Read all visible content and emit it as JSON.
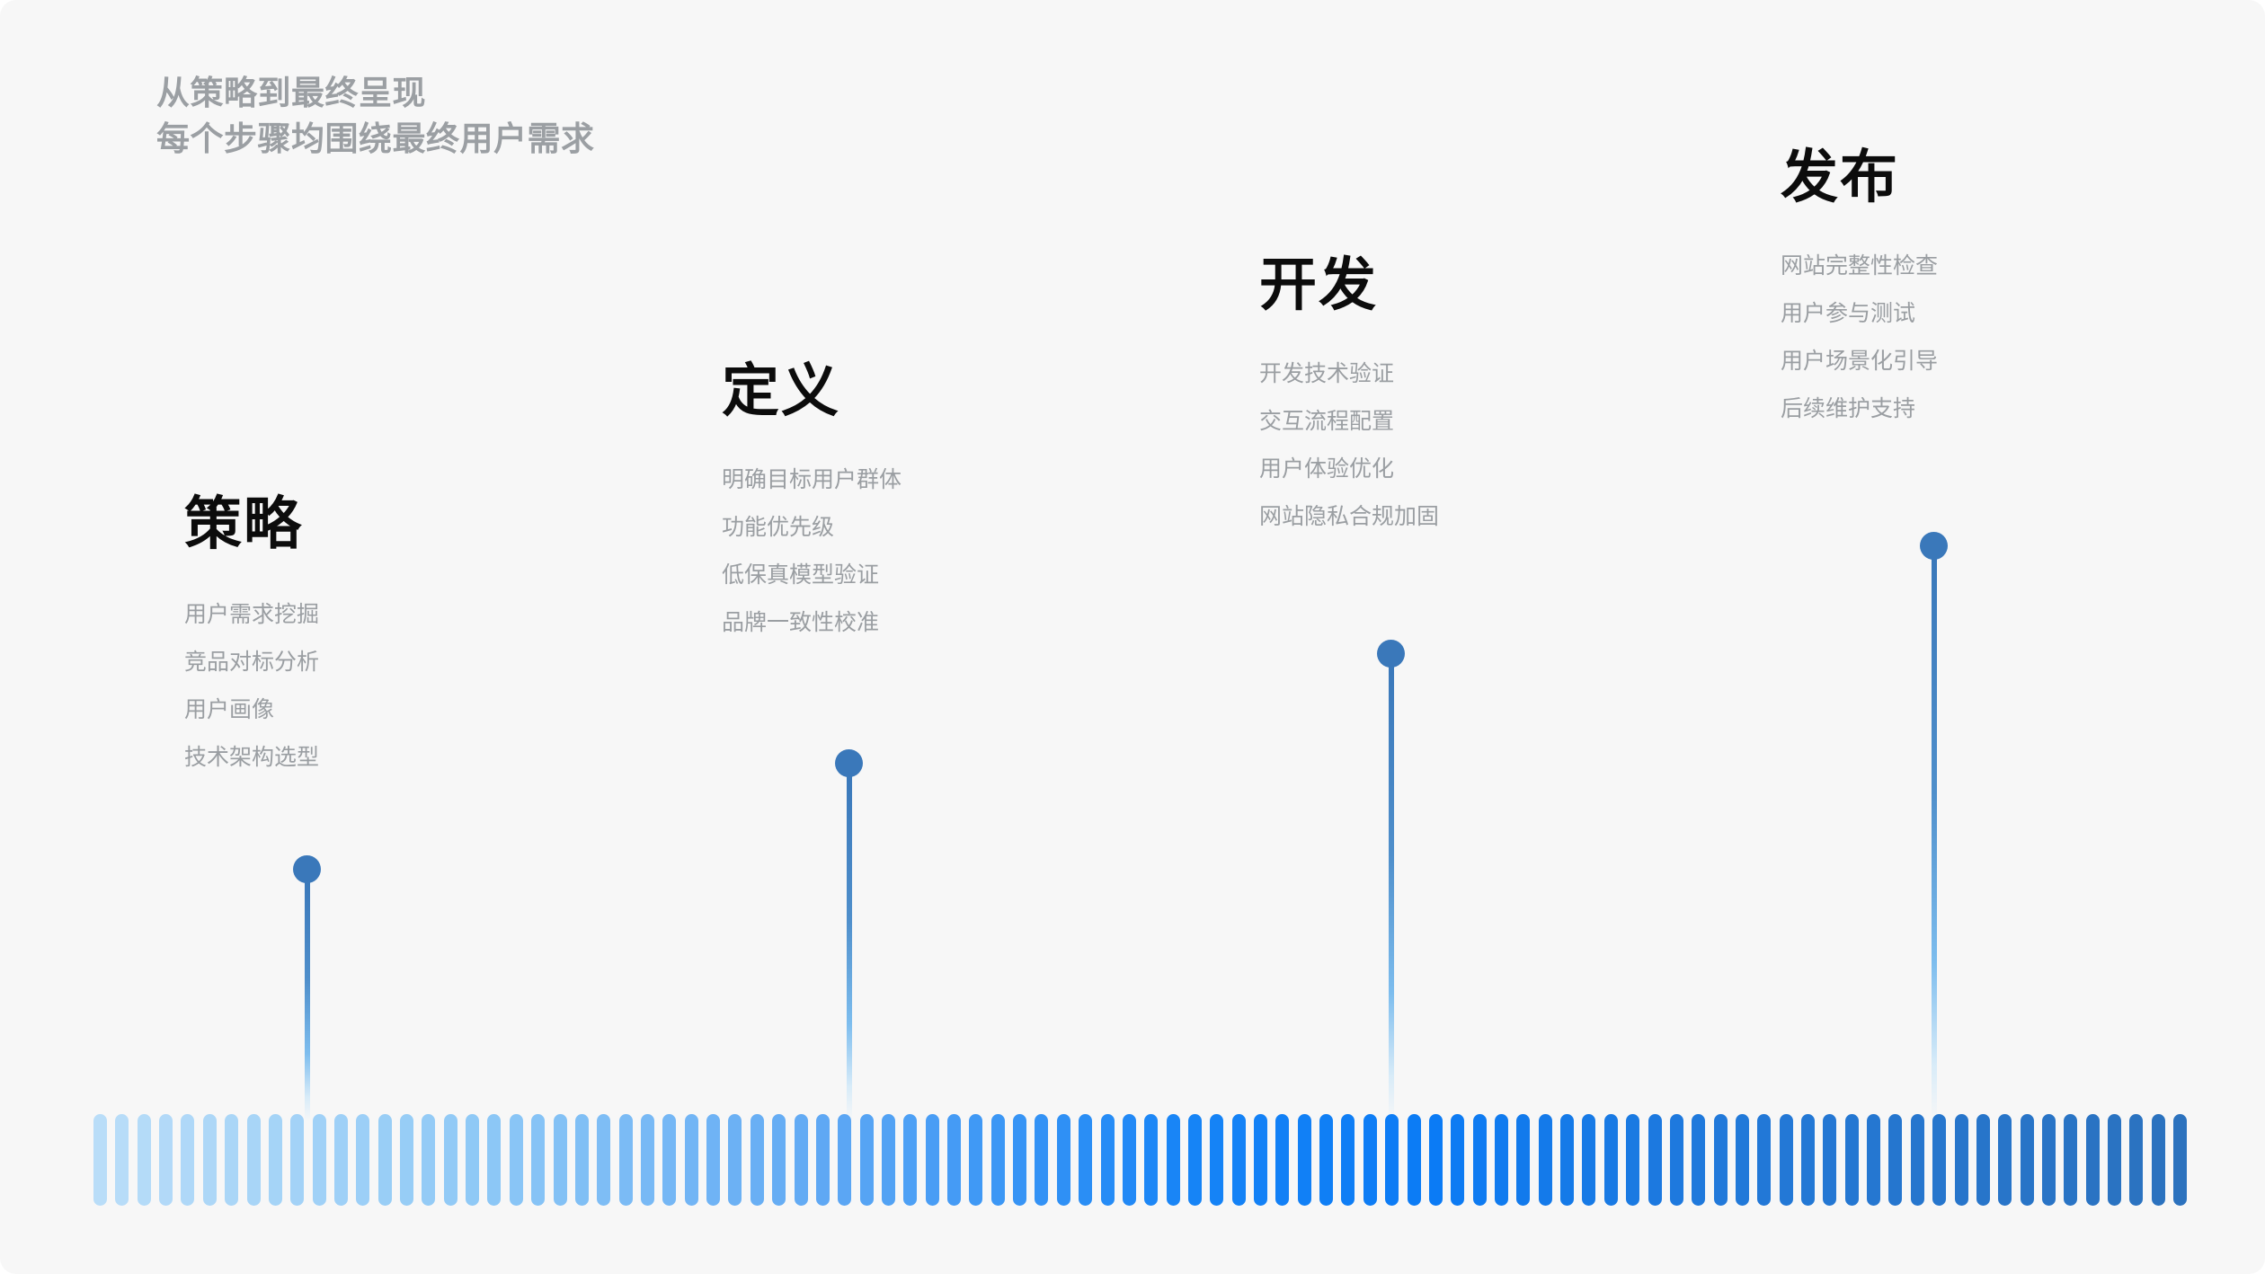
{
  "heading": {
    "line1": "从策略到最终呈现",
    "line2": "每个步骤均围绕最终用户需求"
  },
  "stages": [
    {
      "title": "策略",
      "items": [
        "用户需求挖掘",
        "竞品对标分析",
        "用户画像",
        "技术架构选型"
      ]
    },
    {
      "title": "定义",
      "items": [
        "明确目标用户群体",
        "功能优先级",
        "低保真模型验证",
        "品牌一致性校准"
      ]
    },
    {
      "title": "开发",
      "items": [
        "开发技术验证",
        "交互流程配置",
        "用户体验优化",
        "网站隐私合规加固"
      ]
    },
    {
      "title": "发布",
      "items": [
        "网站完整性检查",
        "用户参与测试",
        "用户场景化引导",
        "后续维护支持"
      ]
    }
  ],
  "markers": [
    {
      "name": "milestone-marker-strategy"
    },
    {
      "name": "milestone-marker-define"
    },
    {
      "name": "milestone-marker-develop"
    },
    {
      "name": "milestone-marker-launch"
    }
  ],
  "timeline_bars": {
    "count": 96,
    "stops": [
      {
        "pos": 0.0,
        "color": "#b9ddf8"
      },
      {
        "pos": 0.18,
        "color": "#8fc9f6"
      },
      {
        "pos": 0.34,
        "color": "#62aaf4"
      },
      {
        "pos": 0.52,
        "color": "#1784f6"
      },
      {
        "pos": 0.64,
        "color": "#0b7bf5"
      },
      {
        "pos": 0.78,
        "color": "#2179da"
      },
      {
        "pos": 1.0,
        "color": "#2c72be"
      }
    ]
  },
  "colors": {
    "background": "#f7f7f7",
    "heading_text": "#9b9fa3",
    "stage_title": "#0c0c0c",
    "stage_item": "#9a9ea2",
    "marker": "#3a78ba"
  }
}
